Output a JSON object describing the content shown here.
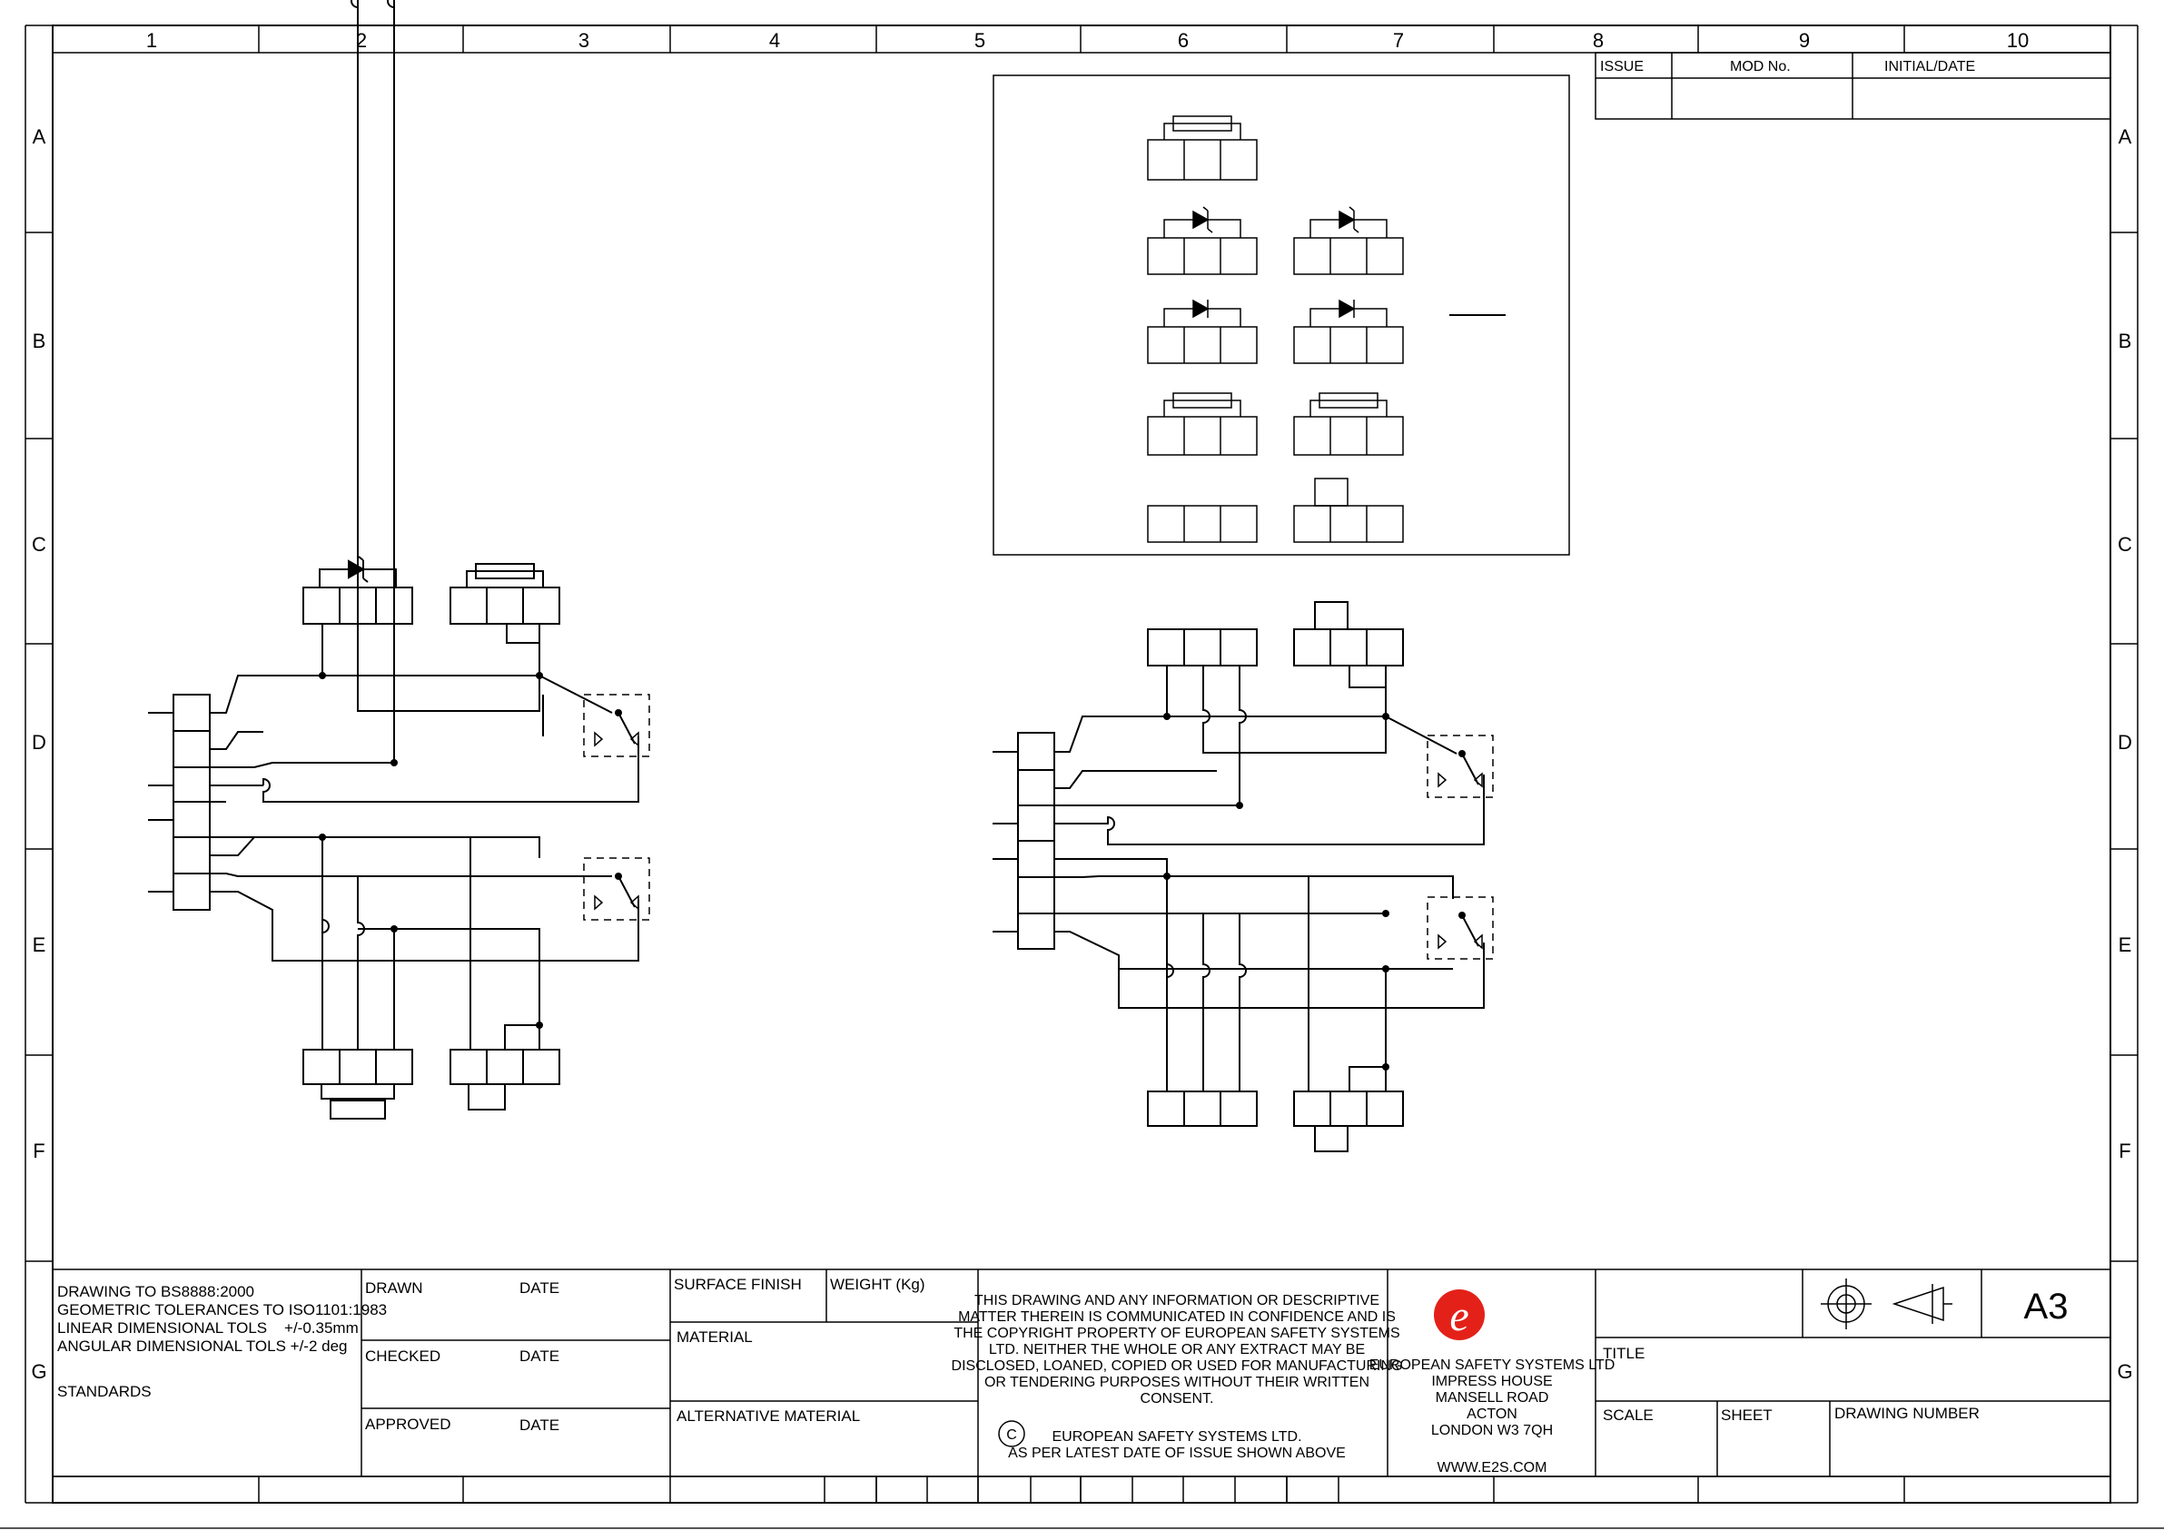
{
  "drawing": {
    "column_labels": [
      "1",
      "2",
      "3",
      "4",
      "5",
      "6",
      "7",
      "8",
      "9",
      "10"
    ],
    "row_labels": [
      "A",
      "B",
      "C",
      "D",
      "E",
      "F",
      "G"
    ]
  },
  "revision_table": {
    "headers": [
      "ISSUE",
      "MOD No.",
      "INITIAL/DATE"
    ]
  },
  "title_block": {
    "standards_text": [
      "DRAWING TO BS8888:2000",
      "GEOMETRIC TOLERANCES TO ISO1101:1983",
      "LINEAR DIMENSIONAL TOLS    +/-0.35mm",
      "ANGULAR DIMENSIONAL TOLS +/-2 deg"
    ],
    "standards_label": "STANDARDS",
    "drawn_label": "DRAWN",
    "checked_label": "CHECKED",
    "approved_label": "APPROVED",
    "date_label": "DATE",
    "surface_finish_label": "SURFACE FINISH",
    "weight_label": "WEIGHT (Kg)",
    "material_label": "MATERIAL",
    "alt_material_label": "ALTERNATIVE MATERIAL",
    "confidential_text": [
      "THIS DRAWING AND ANY INFORMATION OR DESCRIPTIVE",
      "MATTER THEREIN IS COMMUNICATED IN CONFIDENCE AND IS",
      "THE COPYRIGHT PROPERTY OF EUROPEAN SAFETY SYSTEMS",
      "LTD. NEITHER THE WHOLE OR ANY EXTRACT MAY BE",
      "DISCLOSED, LOANED, COPIED OR USED FOR MANUFACTURING",
      "OR TENDERING PURPOSES WITHOUT THEIR WRITTEN",
      "CONSENT."
    ],
    "copyright_symbol": "C",
    "copyright_text": [
      "EUROPEAN SAFETY SYSTEMS LTD.",
      "AS PER LATEST DATE OF ISSUE SHOWN ABOVE"
    ],
    "company_address": [
      "EUROPEAN SAFETY SYSTEMS LTD",
      "IMPRESS HOUSE",
      "MANSELL ROAD",
      "ACTON",
      "LONDON W3 7QH"
    ],
    "company_web": "WWW.E2S.COM",
    "logo_letter": "e",
    "logo_color": "#e32119",
    "sheet_size": "A3",
    "title_label": "TITLE",
    "scale_label": "SCALE",
    "sheet_label": "SHEET",
    "drawing_number_label": "DRAWING NUMBER"
  }
}
